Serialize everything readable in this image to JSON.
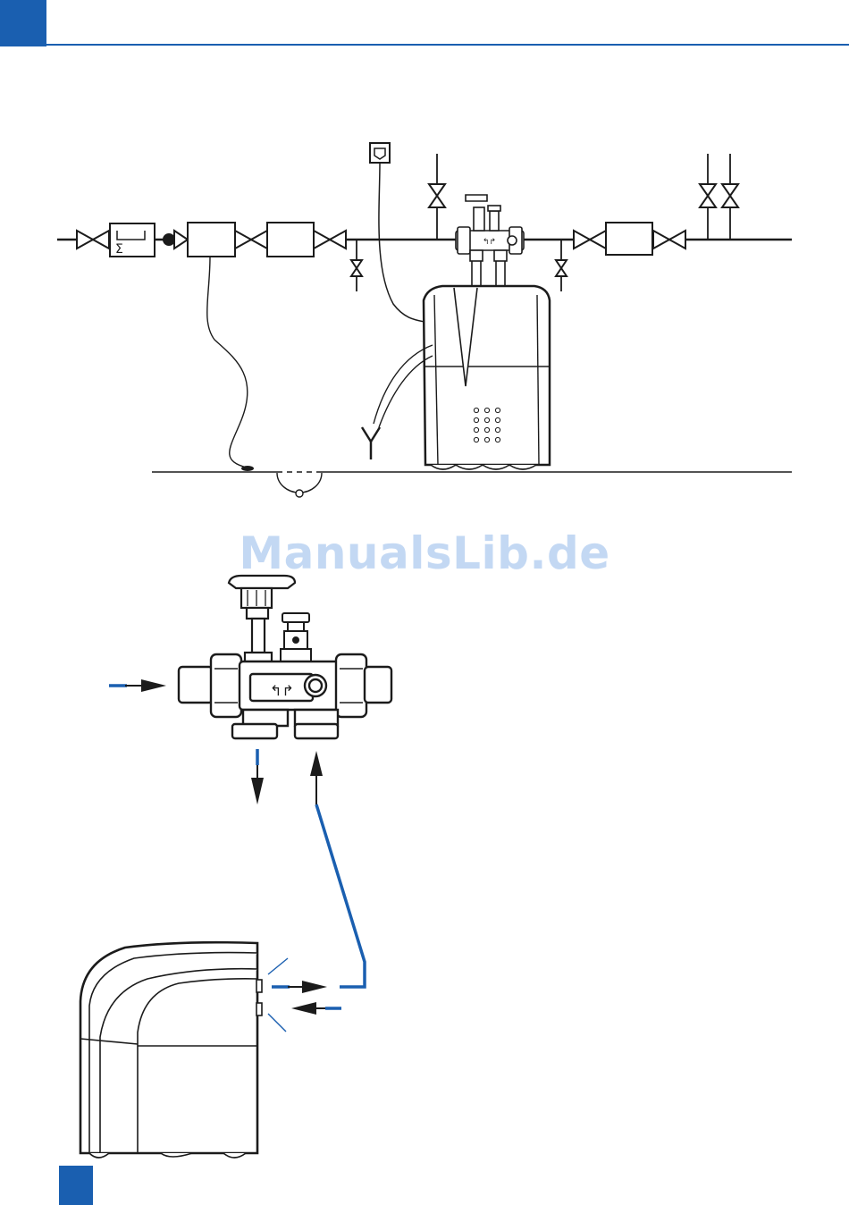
{
  "page": {
    "accent_color": "#1a5fb0",
    "watermark_text": "ManualsLib.de"
  },
  "diagram_top": {
    "icons": [
      "gate-valve",
      "water-meter",
      "check-valve",
      "filter-box",
      "softener-unit",
      "connection-block",
      "drain-funnel",
      "power-socket",
      "floor-drain"
    ]
  },
  "diagram_bottom": {
    "icons": [
      "connection-block",
      "inflow-arrow",
      "outflow-arrow",
      "softener-unit",
      "blue-hose"
    ]
  }
}
